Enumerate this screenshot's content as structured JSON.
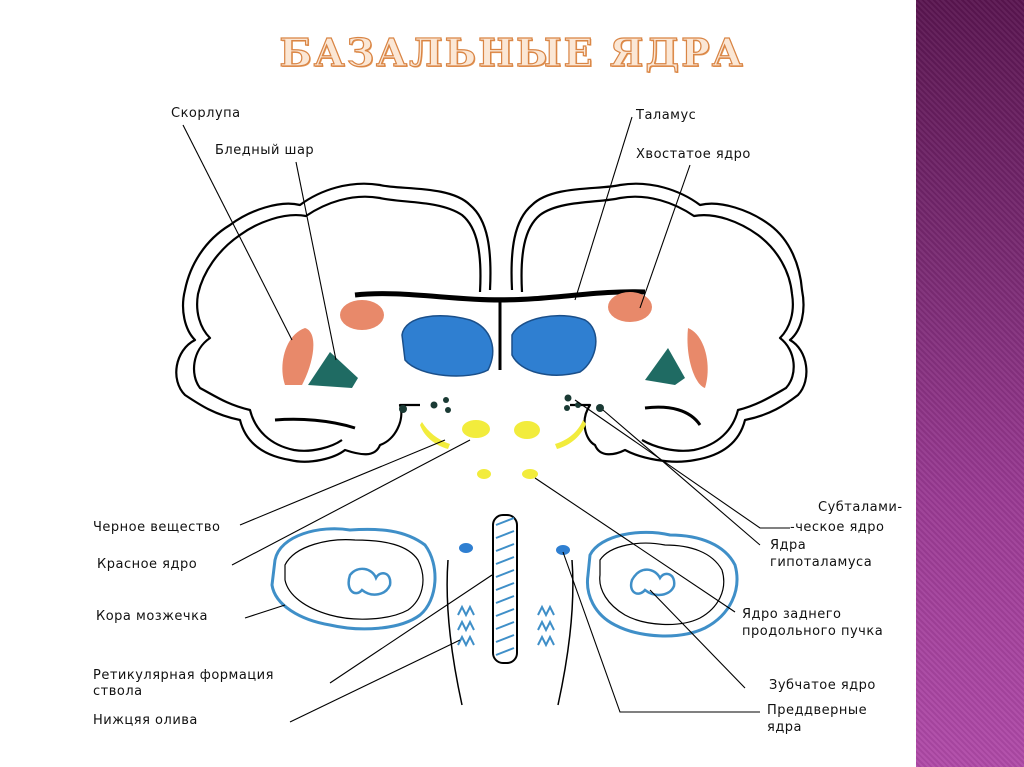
{
  "slide": {
    "title": "БАЗАЛЬНЫЕ ЯДРА"
  },
  "labels": {
    "skorlupa": "Скорлупа",
    "bledny_shar": "Бледный шар",
    "talamus": "Таламус",
    "hvostatoe": "Хвостатое ядро",
    "subtalam_1": "Субталами-",
    "subtalam_2": "-ческое ядро",
    "chernoe": "Черное вещество",
    "krasnoe": "Красное ядро",
    "gipotal_1": "Ядра",
    "gipotal_2": "гипоталамуса",
    "kora": "Кора мозжечка",
    "zadnee_1": "Ядро заднего",
    "zadnee_2": "продольного пучка",
    "retikul_1": "Ретикулярная формация",
    "retikul_2": "ствола",
    "zubchatoe": "Зубчатое ядро",
    "oliva": "Нижцяя олива",
    "preddvern_1": "Преддверные",
    "preddvern_2": "ядра"
  },
  "colors": {
    "putamen": "#e8896a",
    "globus_pallidus": "#1f6b63",
    "thalamus": "#2f7fd1",
    "caudate": "#e8896a",
    "yellow_nuclei": "#f2ec3c",
    "cerebellum_outline": "#3f8fc8",
    "title_fill": "#fbe7d5",
    "title_stroke": "#d98545"
  }
}
